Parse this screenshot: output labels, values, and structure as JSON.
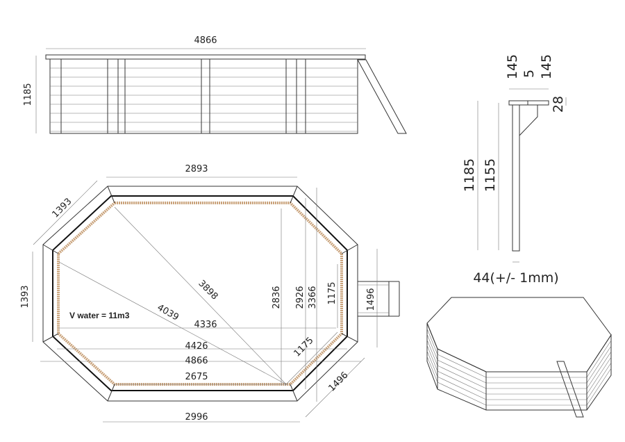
{
  "elevation": {
    "width": "4866",
    "height": "1185"
  },
  "plan": {
    "top_edge": "2893",
    "diag_top_left": "1393",
    "left_edge": "1393",
    "bottom_edge": "2996",
    "overall_length": "4866",
    "length_4426": "4426",
    "length_4336": "4336",
    "inner_bottom": "2675",
    "width_2836": "2836",
    "width_2926": "2926",
    "width_3366": "3366",
    "right_1175": "1175",
    "ladder_1496": "1496",
    "diag_1175": "1175",
    "diag_1496": "1496",
    "diagonal_3898": "3898",
    "diagonal_4039": "4039",
    "water_volume": "V water = 11m3"
  },
  "profile": {
    "top_left": "145",
    "gap": "5",
    "top_right": "145",
    "cap": "28",
    "height_outer": "1185",
    "height_inner": "1155",
    "thickness": "44(+/- 1mm)"
  }
}
